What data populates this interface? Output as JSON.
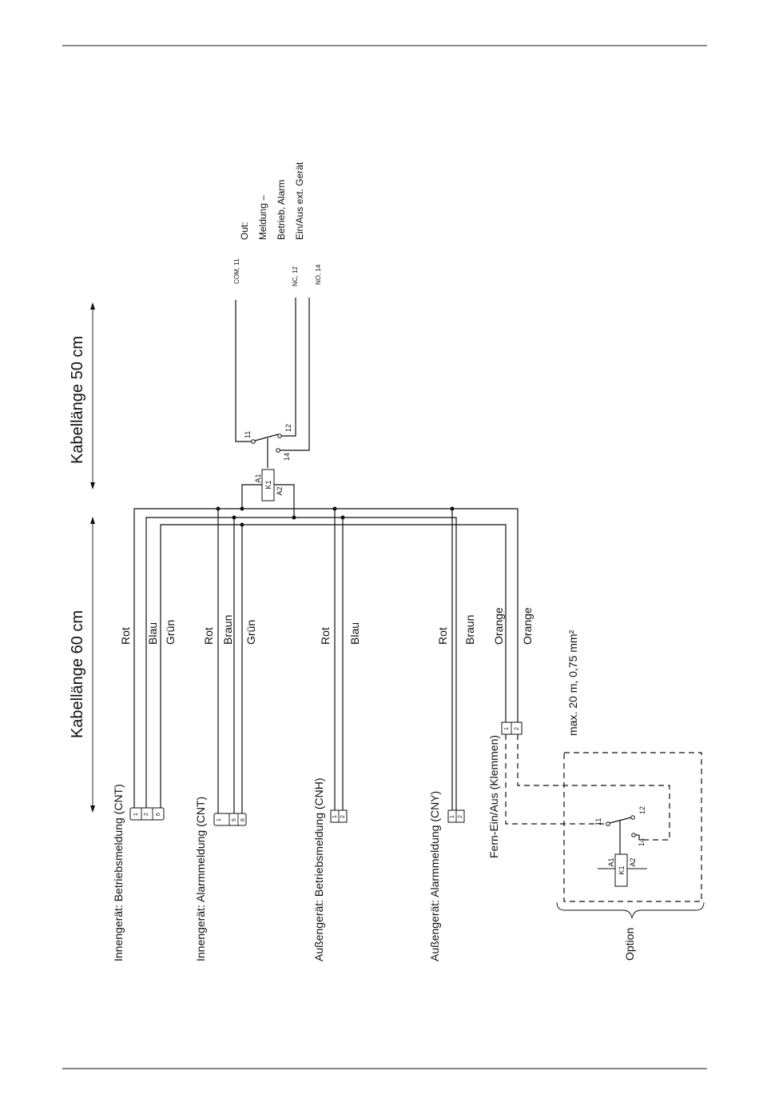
{
  "cable_length": {
    "upper": "Kabellänge 50 cm",
    "lower": "Kabellänge 60 cm"
  },
  "output": {
    "title": "Out:",
    "line1": "Meldung –",
    "line2": "Betrieb, Alarm",
    "line3": "Ein/Aus ext. Gerät",
    "com": "COM, 11",
    "nc": "NC, 12",
    "no": "NO, 14"
  },
  "relay": {
    "a1": "A1",
    "a2": "A2",
    "k1": "K1",
    "c11": "11",
    "c12": "12",
    "c14": "14"
  },
  "connectors": [
    {
      "label": "Innengerät: Betriebsmeldung (CNT)",
      "wires": [
        "Rot",
        "Blau",
        "Grün"
      ],
      "pins": [
        "1",
        "2",
        "6"
      ]
    },
    {
      "label": "Innengerät: Alarmmeldung (CNT)",
      "wires": [
        "Rot",
        "Braun",
        "Grün"
      ],
      "pins": [
        "1",
        "5",
        "6"
      ]
    },
    {
      "label": "Außengerät: Betriebsmeldung (CNH)",
      "wires": [
        "Rot",
        "Blau"
      ],
      "pins": [
        "1",
        "2"
      ]
    },
    {
      "label": "Außengerät: Alarmmeldung (CNY)",
      "wires": [
        "Rot",
        "Braun"
      ],
      "pins": [
        "1",
        "2"
      ]
    }
  ],
  "remote": {
    "label": "Fern-Ein/Aus (Klemmen)",
    "wires": [
      "Orange",
      "Orange"
    ],
    "pins": [
      "1",
      "2"
    ],
    "spec": "max. 20 m, 0,75 mm²"
  },
  "option": {
    "label": "Option"
  }
}
